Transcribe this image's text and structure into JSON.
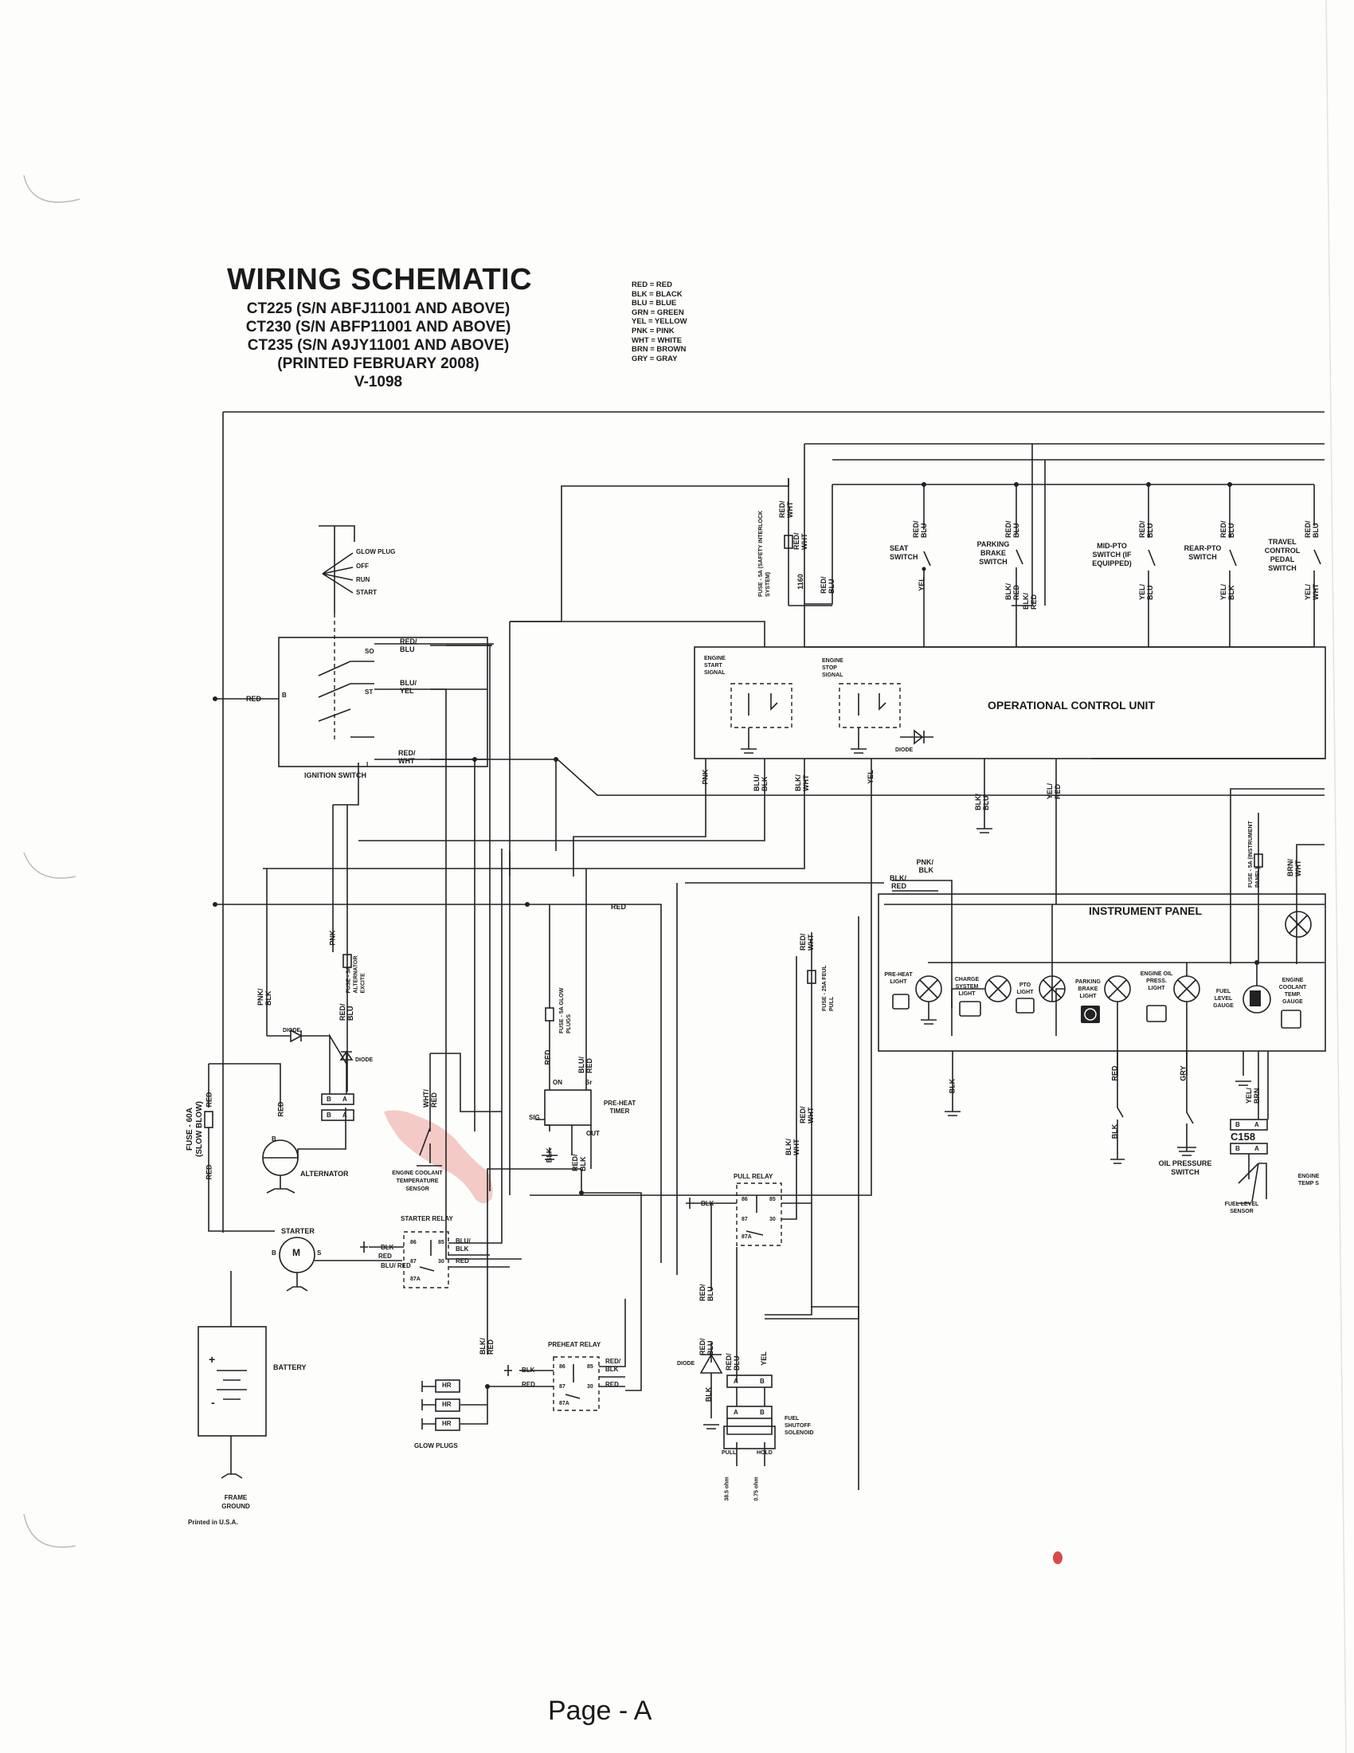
{
  "header": {
    "title": "WIRING SCHEMATIC",
    "models": [
      "CT225 (S/N ABFJ11001 AND ABOVE)",
      "CT230 (S/N ABFP11001 AND ABOVE)",
      "CT235 (S/N A9JY11001 AND ABOVE)"
    ],
    "printed": "(PRINTED FEBRUARY 2008)",
    "doc_no": "V-1098"
  },
  "color_legend": [
    "RED = RED",
    "BLK = BLACK",
    "BLU = BLUE",
    "GRN = GREEN",
    "YEL = YELLOW",
    "PNK = PINK",
    "WHT = WHITE",
    "BRN = BROWN",
    "GRY = GRAY"
  ],
  "ignition": {
    "positions": [
      "GLOW PLUG",
      "OFF",
      "RUN",
      "START"
    ],
    "terminals": [
      "SO",
      "ST",
      "B",
      "I"
    ],
    "label": "IGNITION SWITCH",
    "wires": [
      "RED/ BLU",
      "BLU/ YEL",
      "RED/ WHT",
      "RED"
    ]
  },
  "ocu": {
    "label": "OPERATIONAL CONTROL UNIT",
    "start_signal": "ENGINE START SIGNAL",
    "stop_signal": "ENGINE STOP SIGNAL",
    "diode": "DIODE",
    "wires": [
      "PNK",
      "BLU/ BLK",
      "BLK/ WHT",
      "YEL",
      "BLK/ BLU",
      "YEL/ RED"
    ]
  },
  "switches": [
    {
      "name": "SEAT SWITCH",
      "top": "RED/ BLU",
      "bottom": "YEL"
    },
    {
      "name": "PARKING BRAKE SWITCH",
      "top": "RED/ BLU",
      "bottom": "BLK/ RED"
    },
    {
      "name": "MID-PTO SWITCH (IF EQUIPPED)",
      "top": "RED/ BLU",
      "bottom": "YEL/ BLU"
    },
    {
      "name": "REAR-PTO SWITCH",
      "top": "RED/ BLU",
      "bottom": "YEL/ BLK"
    },
    {
      "name": "TRAVEL CONTROL PEDAL SWITCH",
      "top": "RED/ BLU",
      "bottom": "YEL/ WHT"
    }
  ],
  "fuses": {
    "safety": "FUSE - 5A (SAFETY INTERLOCK SYSTEM)",
    "safety_wires": [
      "RED/ WHT",
      "RED/ WHT",
      "1160",
      "RED/ BLU",
      "BLK/ RED"
    ],
    "alternator": "FUSE - 5A ALTERNATOR EXCITE",
    "glow": "FUSE - 5A GLOW PLUGS",
    "fuel": "FUSE - 25A FEUL PULL",
    "main": "FUSE - 60A (SLOW BLOW)",
    "instrument": "FUSE - 5A (INSTRUMENT PANEL)"
  },
  "instrument_panel": {
    "label": "INSTRUMENT PANEL",
    "lights": [
      "PRE-HEAT LIGHT",
      "CHARGE SYSTEM LIGHT",
      "PTO LIGHT",
      "PARKING BRAKE LIGHT",
      "ENGINE OIL PRESS. LIGHT",
      "FUEL LEVEL GAUGE",
      "ENGINE COOLANT TEMP. GAUGE"
    ],
    "wires": [
      "PNK/ BLK",
      "BLK/ RED",
      "BRN/ WHT",
      "BLK",
      "RED",
      "GRY",
      "YEL/ BRN",
      "BLK"
    ]
  },
  "components": {
    "alternator": "ALTERNATOR",
    "starter": "STARTER",
    "battery": "BATTERY",
    "frame_ground": "FRAME GROUND",
    "coolant_sensor": "ENGINE COOLANT TEMPERATURE SENSOR",
    "preheat_timer": "PRE-HEAT TIMER",
    "timer_terms": [
      "ON",
      "Sr",
      "SIG",
      "OUT"
    ],
    "starter_relay": "STARTER RELAY",
    "preheat_relay": "PREHEAT RELAY",
    "pull_relay": "PULL RELAY",
    "glow_plugs": "GLOW PLUGS",
    "hr": "HR",
    "fuel_solenoid": "FUEL SHUTOFF SOLENOID",
    "pull": "PULL",
    "hold": "HOLD",
    "pull_ohm": "38.5 ohm",
    "hold_ohm": "0.75 ohm",
    "oil_switch": "OIL PRESSURE SWITCH",
    "fuel_sensor": "FUEL LEVEL SENSOR",
    "connector": "C158",
    "engine_temp": "ENGINE TEMP S"
  },
  "relay_pins": [
    "86",
    "85",
    "87",
    "30",
    "87A"
  ],
  "misc_labels": {
    "diode": "DIODE",
    "red": "RED",
    "blk": "BLK",
    "pnk": "PNK",
    "pnk_blk": "PNK/ BLK",
    "red_blu": "RED/ BLU",
    "blu_red": "BLU/ RED",
    "red_blk": "RED/ BLK",
    "blk_red": "BLK/ RED",
    "blk_wht": "BLK/ WHT",
    "red_wht": "RED/ WHT",
    "wht_red": "WHT/ RED",
    "yel": "YEL",
    "blu_blk": "BLU/ BLK",
    "a": "A",
    "b": "B",
    "s": "S",
    "m": "M",
    "plus": "+",
    "minus": "-"
  },
  "footer": {
    "printed": "Printed in U.S.A.",
    "page": "Page  - A"
  }
}
